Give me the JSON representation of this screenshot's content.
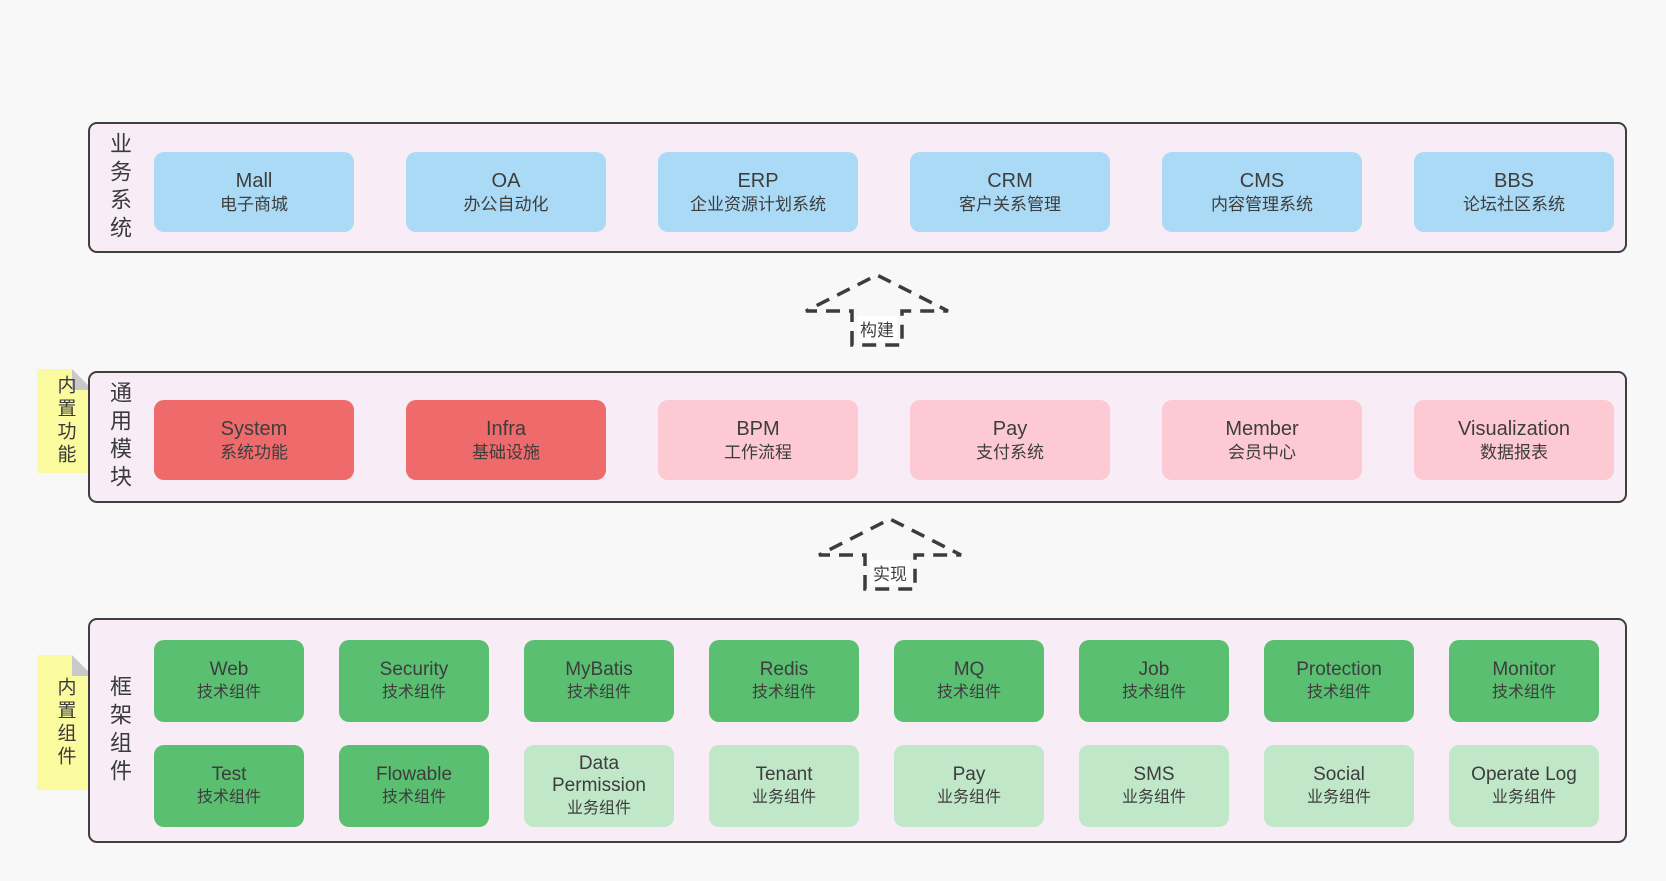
{
  "colors": {
    "page_background": "#f8f8f8",
    "band_background": "#f8edf6",
    "band_border": "#3f3f3f",
    "box_blue": "#aadaf5",
    "box_red": "#ef6a6b",
    "box_pink": "#fdc9d3",
    "box_green": "#5abf70",
    "box_green_light": "#c0e7c8",
    "note_yellow": "#fafa9e",
    "note_fold_gray": "#c9c9cb",
    "text": "#3d3d3d"
  },
  "arrows": [
    {
      "label": "构建"
    },
    {
      "label": "实现"
    }
  ],
  "layers": [
    {
      "label": "业务系统",
      "boxes": [
        {
          "title": "Mall",
          "subtitle": "电子商城",
          "variant": "blue"
        },
        {
          "title": "OA",
          "subtitle": "办公自动化",
          "variant": "blue"
        },
        {
          "title": "ERP",
          "subtitle": "企业资源计划系统",
          "variant": "blue"
        },
        {
          "title": "CRM",
          "subtitle": "客户关系管理",
          "variant": "blue"
        },
        {
          "title": "CMS",
          "subtitle": "内容管理系统",
          "variant": "blue"
        },
        {
          "title": "BBS",
          "subtitle": "论坛社区系统",
          "variant": "blue"
        }
      ]
    },
    {
      "label": "通用模块",
      "note": "内置功能",
      "boxes": [
        {
          "title": "System",
          "subtitle": "系统功能",
          "variant": "red"
        },
        {
          "title": "Infra",
          "subtitle": "基础设施",
          "variant": "red"
        },
        {
          "title": "BPM",
          "subtitle": "工作流程",
          "variant": "pink"
        },
        {
          "title": "Pay",
          "subtitle": "支付系统",
          "variant": "pink"
        },
        {
          "title": "Member",
          "subtitle": "会员中心",
          "variant": "pink"
        },
        {
          "title": "Visualization",
          "subtitle": "数据报表",
          "variant": "pink"
        }
      ]
    },
    {
      "label": "框架组件",
      "note": "内置组件",
      "rows": [
        {
          "boxes": [
            {
              "title": "Web",
              "subtitle": "技术组件",
              "variant": "green"
            },
            {
              "title": "Security",
              "subtitle": "技术组件",
              "variant": "green"
            },
            {
              "title": "MyBatis",
              "subtitle": "技术组件",
              "variant": "green"
            },
            {
              "title": "Redis",
              "subtitle": "技术组件",
              "variant": "green"
            },
            {
              "title": "MQ",
              "subtitle": "技术组件",
              "variant": "green"
            },
            {
              "title": "Job",
              "subtitle": "技术组件",
              "variant": "green"
            },
            {
              "title": "Protection",
              "subtitle": "技术组件",
              "variant": "green"
            },
            {
              "title": "Monitor",
              "subtitle": "技术组件",
              "variant": "green"
            }
          ]
        },
        {
          "boxes": [
            {
              "title": "Test",
              "subtitle": "技术组件",
              "variant": "green"
            },
            {
              "title": "Flowable",
              "subtitle": "技术组件",
              "variant": "green"
            },
            {
              "title": "Data Permission",
              "subtitle": "业务组件",
              "variant": "greenlight"
            },
            {
              "title": "Tenant",
              "subtitle": "业务组件",
              "variant": "greenlight"
            },
            {
              "title": "Pay",
              "subtitle": "业务组件",
              "variant": "greenlight"
            },
            {
              "title": "SMS",
              "subtitle": "业务组件",
              "variant": "greenlight"
            },
            {
              "title": "Social",
              "subtitle": "业务组件",
              "variant": "greenlight"
            },
            {
              "title": "Operate Log",
              "subtitle": "业务组件",
              "variant": "greenlight"
            }
          ]
        }
      ]
    }
  ]
}
